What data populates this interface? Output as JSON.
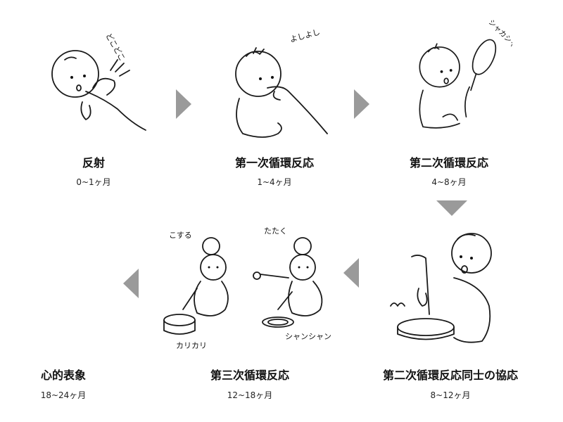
{
  "stages": [
    {
      "label": "反射",
      "age": "0~1ヶ月",
      "caption": "どこどこ"
    },
    {
      "label": "第一次循環反応",
      "age": "1~4ヶ月",
      "caption": "よしよし"
    },
    {
      "label": "第二次循環反応",
      "age": "4~8ヶ月",
      "caption": "シャカシャカ"
    },
    {
      "label": "第二次循環反応同士の協応",
      "age": "8~12ヶ月",
      "caption": ""
    },
    {
      "label": "第三次循環反応",
      "age": "12~18ヶ月",
      "captions": [
        "こする",
        "カリカリ",
        "たたく",
        "シャンシャン"
      ]
    },
    {
      "label": "心的表象",
      "age": "18~24ヶ月"
    }
  ],
  "colors": {
    "arrow": "#9a9a9a",
    "ink": "#1a1a1a"
  }
}
